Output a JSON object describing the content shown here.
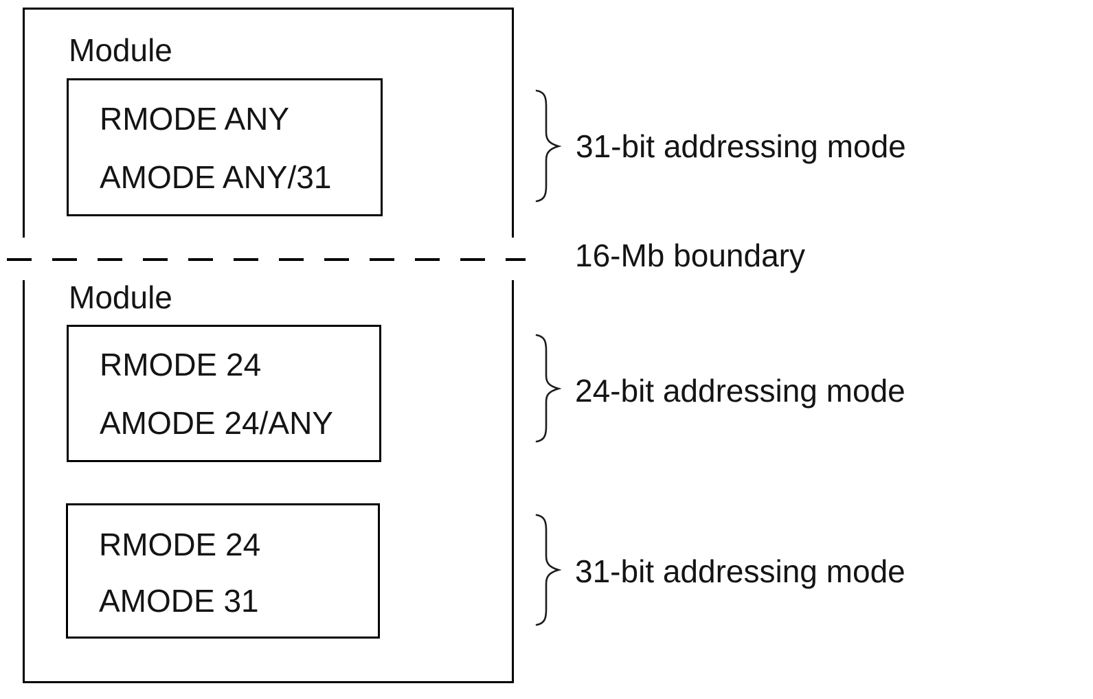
{
  "diagram": {
    "modules": [
      {
        "label": "Module",
        "blocks": [
          {
            "line1": "RMODE ANY",
            "line2": "AMODE ANY/31"
          }
        ]
      },
      {
        "label": "Module",
        "blocks": [
          {
            "line1": "RMODE 24",
            "line2": "AMODE 24/ANY"
          },
          {
            "line1": "RMODE 24",
            "line2": "AMODE 31"
          }
        ]
      }
    ],
    "boundary_label": "16-Mb boundary",
    "annotations": [
      {
        "label": "31-bit addressing mode"
      },
      {
        "label": "24-bit addressing mode"
      },
      {
        "label": "31-bit addressing mode"
      }
    ],
    "colors": {
      "line": "#000000",
      "text": "#141414",
      "background": "#ffffff"
    }
  }
}
